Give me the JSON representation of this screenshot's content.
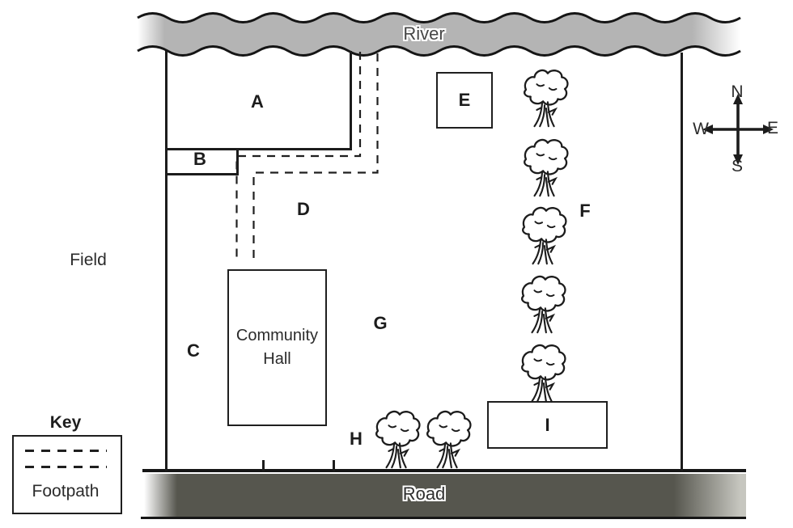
{
  "map": {
    "river": {
      "label": "River"
    },
    "road": {
      "label": "Road"
    },
    "field": {
      "label": "Field"
    },
    "community_hall": {
      "label": "Community Hall"
    },
    "areas": {
      "a": "A",
      "b": "B",
      "c": "C",
      "d": "D",
      "e": "E",
      "f": "F",
      "g": "G",
      "h": "H",
      "i": "I"
    },
    "compass": {
      "north": "N",
      "east": "E",
      "south": "S",
      "west": "W"
    },
    "key": {
      "title": "Key",
      "footpath": "Footpath"
    },
    "colors": {
      "river_fill": "#b4b4b4",
      "road_fill": "#56564e",
      "outline": "#1c1c1c"
    }
  }
}
